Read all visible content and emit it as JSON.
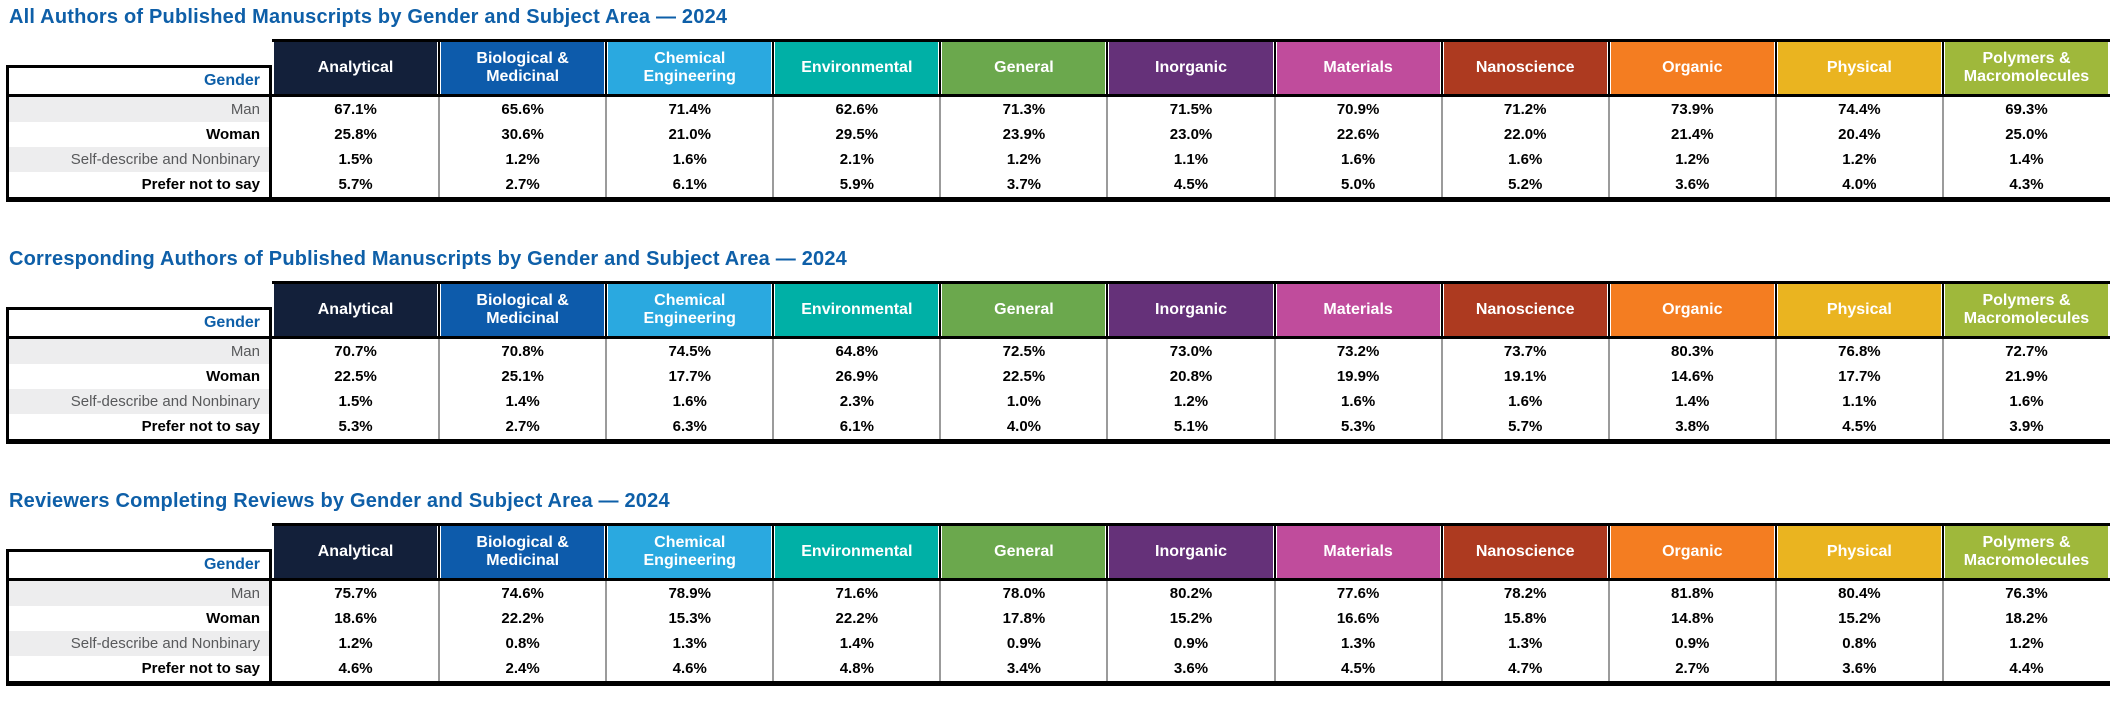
{
  "palette": {
    "title_blue": "#0e5fa8",
    "gender_label_blue": "#0e5fa8",
    "stripe_row_bg": "#ededee",
    "stripe_row_text": "#58595b",
    "column_divider_gray": "#9b9b9b",
    "border_black": "#000000"
  },
  "gender_label": "Gender",
  "columns": [
    {
      "label": "Analytical",
      "color": "#13203a"
    },
    {
      "label": "Biological & Medicinal",
      "color": "#0d5bab"
    },
    {
      "label": "Chemical Engineering",
      "color": "#2aa9e0"
    },
    {
      "label": "Environmental",
      "color": "#00b0a6"
    },
    {
      "label": "General",
      "color": "#6ba84d"
    },
    {
      "label": "Inorganic",
      "color": "#653179"
    },
    {
      "label": "Materials",
      "color": "#c04c9c"
    },
    {
      "label": "Nanoscience",
      "color": "#ad3a20"
    },
    {
      "label": "Organic",
      "color": "#f47d21"
    },
    {
      "label": "Physical",
      "color": "#eab420"
    },
    {
      "label": "Polymers & Macromolecules",
      "color": "#9fb83b"
    }
  ],
  "tables": [
    {
      "title": "All Authors of Published Manuscripts by Gender and Subject Area — 2024",
      "rows": [
        {
          "label": "Man",
          "values": [
            "67.1%",
            "65.6%",
            "71.4%",
            "62.6%",
            "71.3%",
            "71.5%",
            "70.9%",
            "71.2%",
            "73.9%",
            "74.4%",
            "69.3%"
          ]
        },
        {
          "label": "Woman",
          "values": [
            "25.8%",
            "30.6%",
            "21.0%",
            "29.5%",
            "23.9%",
            "23.0%",
            "22.6%",
            "22.0%",
            "21.4%",
            "20.4%",
            "25.0%"
          ]
        },
        {
          "label": "Self-describe and Nonbinary",
          "values": [
            "1.5%",
            "1.2%",
            "1.6%",
            "2.1%",
            "1.2%",
            "1.1%",
            "1.6%",
            "1.6%",
            "1.2%",
            "1.2%",
            "1.4%"
          ]
        },
        {
          "label": "Prefer not to say",
          "values": [
            "5.7%",
            "2.7%",
            "6.1%",
            "5.9%",
            "3.7%",
            "4.5%",
            "5.0%",
            "5.2%",
            "3.6%",
            "4.0%",
            "4.3%"
          ]
        }
      ]
    },
    {
      "title": "Corresponding Authors of Published Manuscripts by Gender and Subject Area — 2024",
      "rows": [
        {
          "label": "Man",
          "values": [
            "70.7%",
            "70.8%",
            "74.5%",
            "64.8%",
            "72.5%",
            "73.0%",
            "73.2%",
            "73.7%",
            "80.3%",
            "76.8%",
            "72.7%"
          ]
        },
        {
          "label": "Woman",
          "values": [
            "22.5%",
            "25.1%",
            "17.7%",
            "26.9%",
            "22.5%",
            "20.8%",
            "19.9%",
            "19.1%",
            "14.6%",
            "17.7%",
            "21.9%"
          ]
        },
        {
          "label": "Self-describe and Nonbinary",
          "values": [
            "1.5%",
            "1.4%",
            "1.6%",
            "2.3%",
            "1.0%",
            "1.2%",
            "1.6%",
            "1.6%",
            "1.4%",
            "1.1%",
            "1.6%"
          ]
        },
        {
          "label": "Prefer not to say",
          "values": [
            "5.3%",
            "2.7%",
            "6.3%",
            "6.1%",
            "4.0%",
            "5.1%",
            "5.3%",
            "5.7%",
            "3.8%",
            "4.5%",
            "3.9%"
          ]
        }
      ]
    },
    {
      "title": "Reviewers Completing Reviews by Gender and Subject Area — 2024",
      "rows": [
        {
          "label": "Man",
          "values": [
            "75.7%",
            "74.6%",
            "78.9%",
            "71.6%",
            "78.0%",
            "80.2%",
            "77.6%",
            "78.2%",
            "81.8%",
            "80.4%",
            "76.3%"
          ]
        },
        {
          "label": "Woman",
          "values": [
            "18.6%",
            "22.2%",
            "15.3%",
            "22.2%",
            "17.8%",
            "15.2%",
            "16.6%",
            "15.8%",
            "14.8%",
            "15.2%",
            "18.2%"
          ]
        },
        {
          "label": "Self-describe and Nonbinary",
          "values": [
            "1.2%",
            "0.8%",
            "1.3%",
            "1.4%",
            "0.9%",
            "0.9%",
            "1.3%",
            "1.3%",
            "0.9%",
            "0.8%",
            "1.2%"
          ]
        },
        {
          "label": "Prefer not to say",
          "values": [
            "4.6%",
            "2.4%",
            "4.6%",
            "4.8%",
            "3.4%",
            "3.6%",
            "4.5%",
            "4.7%",
            "2.7%",
            "3.6%",
            "4.4%"
          ]
        }
      ]
    }
  ],
  "chart_data": [
    {
      "type": "table",
      "title": "All Authors of Published Manuscripts by Gender and Subject Area — 2024",
      "categories": [
        "Analytical",
        "Biological & Medicinal",
        "Chemical Engineering",
        "Environmental",
        "General",
        "Inorganic",
        "Materials",
        "Nanoscience",
        "Organic",
        "Physical",
        "Polymers & Macromolecules"
      ],
      "row_axis_label": "Gender",
      "unit": "percent",
      "series": [
        {
          "name": "Man",
          "values": [
            67.1,
            65.6,
            71.4,
            62.6,
            71.3,
            71.5,
            70.9,
            71.2,
            73.9,
            74.4,
            69.3
          ]
        },
        {
          "name": "Woman",
          "values": [
            25.8,
            30.6,
            21.0,
            29.5,
            23.9,
            23.0,
            22.6,
            22.0,
            21.4,
            20.4,
            25.0
          ]
        },
        {
          "name": "Self-describe and Nonbinary",
          "values": [
            1.5,
            1.2,
            1.6,
            2.1,
            1.2,
            1.1,
            1.6,
            1.6,
            1.2,
            1.2,
            1.4
          ]
        },
        {
          "name": "Prefer not to say",
          "values": [
            5.7,
            2.7,
            6.1,
            5.9,
            3.7,
            4.5,
            5.0,
            5.2,
            3.6,
            4.0,
            4.3
          ]
        }
      ]
    },
    {
      "type": "table",
      "title": "Corresponding Authors of Published Manuscripts by Gender and Subject Area — 2024",
      "categories": [
        "Analytical",
        "Biological & Medicinal",
        "Chemical Engineering",
        "Environmental",
        "General",
        "Inorganic",
        "Materials",
        "Nanoscience",
        "Organic",
        "Physical",
        "Polymers & Macromolecules"
      ],
      "row_axis_label": "Gender",
      "unit": "percent",
      "series": [
        {
          "name": "Man",
          "values": [
            70.7,
            70.8,
            74.5,
            64.8,
            72.5,
            73.0,
            73.2,
            73.7,
            80.3,
            76.8,
            72.7
          ]
        },
        {
          "name": "Woman",
          "values": [
            22.5,
            25.1,
            17.7,
            26.9,
            22.5,
            20.8,
            19.9,
            19.1,
            14.6,
            17.7,
            21.9
          ]
        },
        {
          "name": "Self-describe and Nonbinary",
          "values": [
            1.5,
            1.4,
            1.6,
            2.3,
            1.0,
            1.2,
            1.6,
            1.6,
            1.4,
            1.1,
            1.6
          ]
        },
        {
          "name": "Prefer not to say",
          "values": [
            5.3,
            2.7,
            6.3,
            6.1,
            4.0,
            5.1,
            5.3,
            5.7,
            3.8,
            4.5,
            3.9
          ]
        }
      ]
    },
    {
      "type": "table",
      "title": "Reviewers Completing Reviews by Gender and Subject Area — 2024",
      "categories": [
        "Analytical",
        "Biological & Medicinal",
        "Chemical Engineering",
        "Environmental",
        "General",
        "Inorganic",
        "Materials",
        "Nanoscience",
        "Organic",
        "Physical",
        "Polymers & Macromolecules"
      ],
      "row_axis_label": "Gender",
      "unit": "percent",
      "series": [
        {
          "name": "Man",
          "values": [
            75.7,
            74.6,
            78.9,
            71.6,
            78.0,
            80.2,
            77.6,
            78.2,
            81.8,
            80.4,
            76.3
          ]
        },
        {
          "name": "Woman",
          "values": [
            18.6,
            22.2,
            15.3,
            22.2,
            17.8,
            15.2,
            16.6,
            15.8,
            14.8,
            15.2,
            18.2
          ]
        },
        {
          "name": "Self-describe and Nonbinary",
          "values": [
            1.2,
            0.8,
            1.3,
            1.4,
            0.9,
            0.9,
            1.3,
            1.3,
            0.9,
            0.8,
            1.2
          ]
        },
        {
          "name": "Prefer not to say",
          "values": [
            4.6,
            2.4,
            4.6,
            4.8,
            3.4,
            3.6,
            4.5,
            4.7,
            2.7,
            3.6,
            4.4
          ]
        }
      ]
    }
  ]
}
